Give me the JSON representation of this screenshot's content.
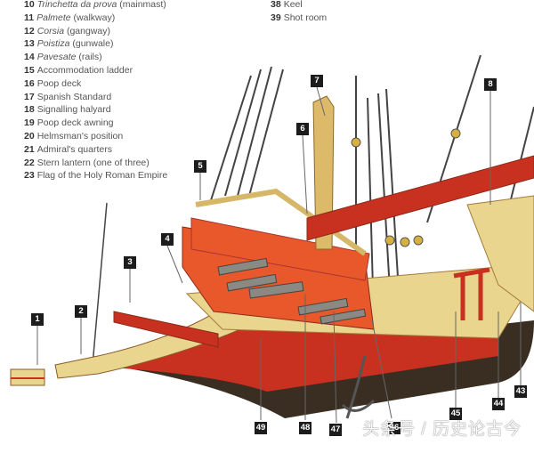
{
  "legend_left": [
    {
      "num": "10",
      "it": "Trinchetta da prova",
      "rest": " (mainmast)"
    },
    {
      "num": "11",
      "it": "Palmete",
      "rest": " (walkway)"
    },
    {
      "num": "12",
      "it": "Corsia",
      "rest": " (gangway)"
    },
    {
      "num": "13",
      "it": "Poistiza",
      "rest": " (gunwale)"
    },
    {
      "num": "14",
      "it": "Pavesate",
      "rest": " (rails)"
    },
    {
      "num": "15",
      "it": "",
      "rest": "Accommodation ladder"
    },
    {
      "num": "16",
      "it": "",
      "rest": "Poop deck"
    },
    {
      "num": "17",
      "it": "",
      "rest": "Spanish Standard"
    },
    {
      "num": "18",
      "it": "",
      "rest": "Signalling halyard"
    },
    {
      "num": "19",
      "it": "",
      "rest": "Poop deck awning"
    },
    {
      "num": "20",
      "it": "",
      "rest": "Helmsman's position"
    },
    {
      "num": "21",
      "it": "",
      "rest": "Admiral's quarters"
    },
    {
      "num": "22",
      "it": "",
      "rest": "Stern lantern (one of three)"
    },
    {
      "num": "23",
      "it": "",
      "rest": "Flag of the Holy Roman Empire"
    }
  ],
  "legend_right": [
    {
      "num": "38",
      "it": "",
      "rest": "Keel"
    },
    {
      "num": "39",
      "it": "",
      "rest": "Shot room"
    }
  ],
  "callouts": [
    "1",
    "2",
    "3",
    "4",
    "5",
    "6",
    "7",
    "8",
    "43",
    "44",
    "45",
    "46",
    "47",
    "48",
    "49"
  ],
  "watermark": "头条号 / 历史论古今",
  "colors": {
    "hull_red": "#c8311f",
    "orange_cloth": "#e8582a",
    "timber": "#e9d58e",
    "dark_hull": "#3a2e22",
    "callout_bg": "#1c1c1c"
  }
}
